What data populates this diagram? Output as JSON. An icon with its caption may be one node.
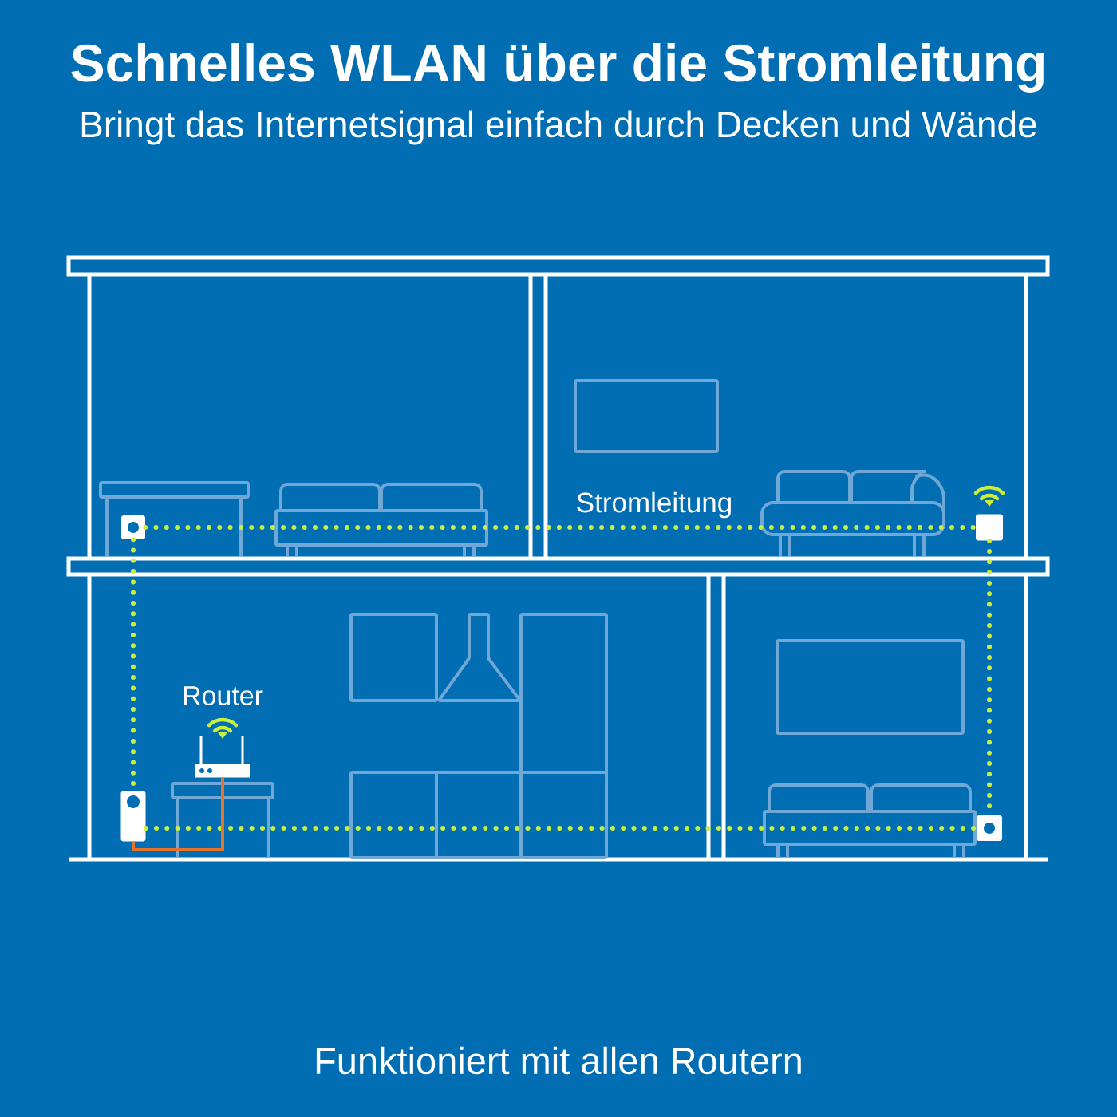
{
  "diagram": {
    "title": "Schnelles WLAN über die Stromleitung",
    "caption": "Funktioniert mit allen Routern",
    "labels": [
      "Bringt das Internetsignal einfach durch Decken und Wände"
    ],
    "nodes": [
      {
        "text": [],
        "shape": "box"
      },
      {
        "text": [],
        "shape": "box"
      },
      {
        "text": [],
        "shape": "box"
      },
      {
        "text": [],
        "shape": "box"
      },
      {
        "text": [],
        "shape": "picture",
        "beside": [
          "Router"
        ]
      }
    ],
    "edges": [
      {
        "from": 0,
        "to": 1,
        "arrow": "none",
        "label": "Stromleitung",
        "style": "dashed"
      },
      {
        "from": 0,
        "to": 2,
        "arrow": "none",
        "style": "dashed"
      },
      {
        "from": 1,
        "to": 3,
        "arrow": "none",
        "style": "dashed"
      },
      {
        "from": 2,
        "to": 3,
        "arrow": "none",
        "style": "dashed"
      },
      {
        "from": 4,
        "to": 2,
        "arrow": "none",
        "color": "#e8732a"
      }
    ]
  }
}
